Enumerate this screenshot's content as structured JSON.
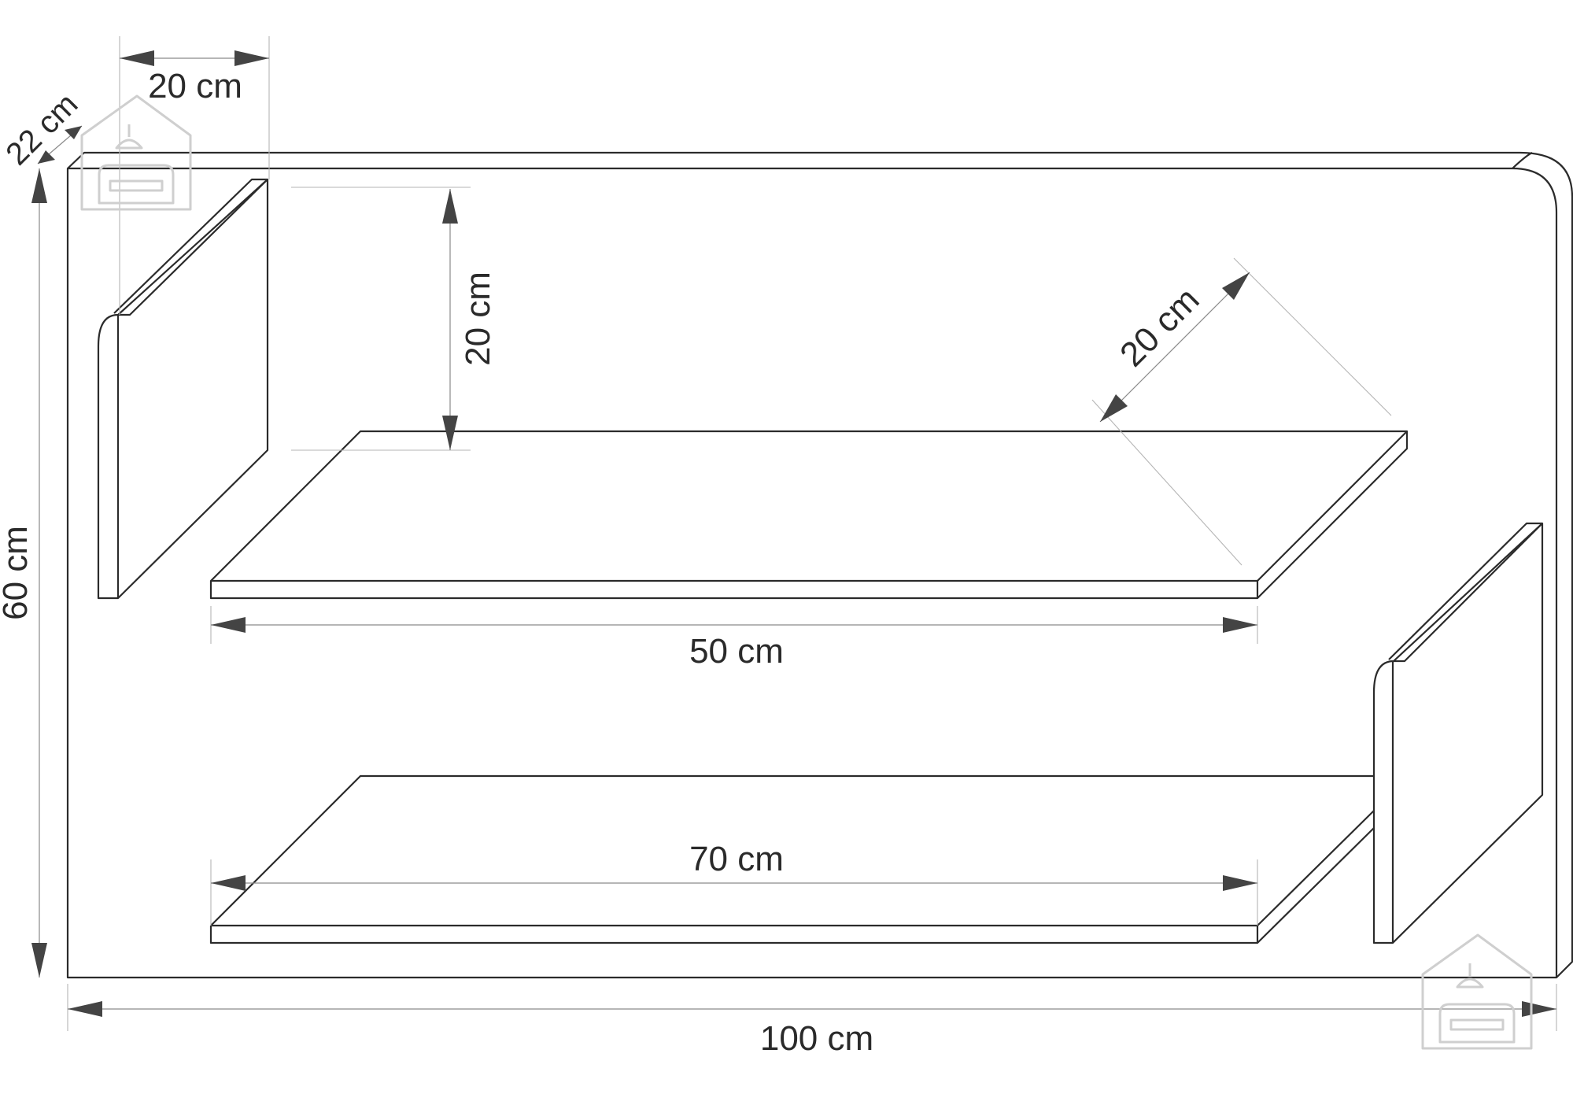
{
  "diagram": {
    "dimensions": {
      "depth_top": "22 cm",
      "side_width": "20 cm",
      "overall_height": "60 cm",
      "shelf_gap": "20 cm",
      "shelf_depth": "20 cm",
      "upper_shelf_length": "50 cm",
      "lower_shelf_length": "70 cm",
      "overall_width": "100 cm"
    },
    "watermark_icon": "house-sofa-icon"
  }
}
